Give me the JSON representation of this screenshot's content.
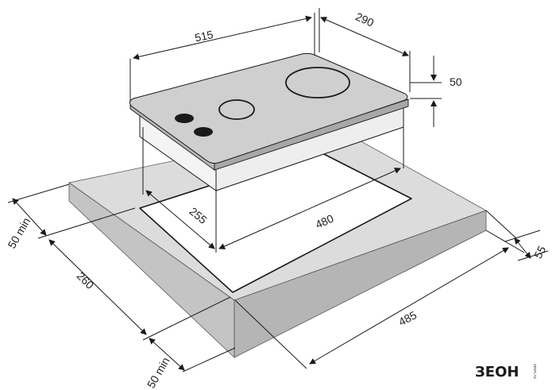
{
  "diagram": {
    "dimensions": {
      "hob_width": "515",
      "hob_depth": "290",
      "hob_height": "50",
      "cutout_width": "480",
      "cutout_depth": "255",
      "worktop_thickness": "55",
      "worktop_depth": "260",
      "worktop_width": "485",
      "min_clearance_back": "50 min",
      "min_clearance_front": "50 min"
    }
  },
  "logo": {
    "text": "ЗЕОН",
    "subtext": "zeon.ru"
  },
  "colors": {
    "worktop_top": "#dcdcdc",
    "worktop_side": "#bdbdbd",
    "hob_top": "#cfcfcf",
    "burner_knob": "#1a1a1a",
    "line": "#1a1a1a"
  }
}
